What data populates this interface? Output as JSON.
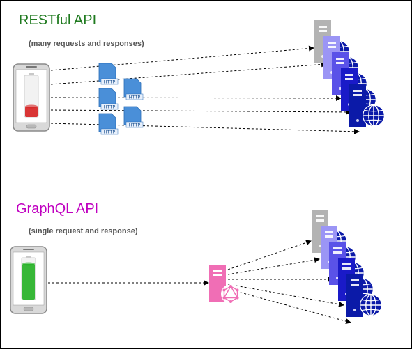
{
  "rest": {
    "title": "RESTful API",
    "subtitle": "(many requests and responses)",
    "title_color": "#1f7a1f",
    "http_label": "HTTP",
    "server_colors": [
      "#b3b3b3",
      "#9b95f5",
      "#5a52e8",
      "#1a1ac8",
      "#0b1aa8"
    ],
    "battery_level": 0.25,
    "battery_color": "#d62020"
  },
  "graphql": {
    "title": "GraphQL API",
    "subtitle": "(single request and response)",
    "title_color": "#c000c0",
    "gateway_color": "#f06eb5",
    "server_colors": [
      "#b3b3b3",
      "#9b95f5",
      "#5a52e8",
      "#1a1ac8",
      "#0b1aa8"
    ],
    "battery_level": 0.85,
    "battery_color": "#22b022"
  },
  "icons": {
    "phone": "smartphone-icon",
    "battery": "battery-icon",
    "document": "http-document-icon",
    "server": "server-icon",
    "globe": "globe-icon",
    "graphql": "graphql-logo-icon"
  },
  "colors": {
    "http_doc": "#4a8fd8",
    "phone_body": "#d9d9d9",
    "arrow": "#000000"
  }
}
